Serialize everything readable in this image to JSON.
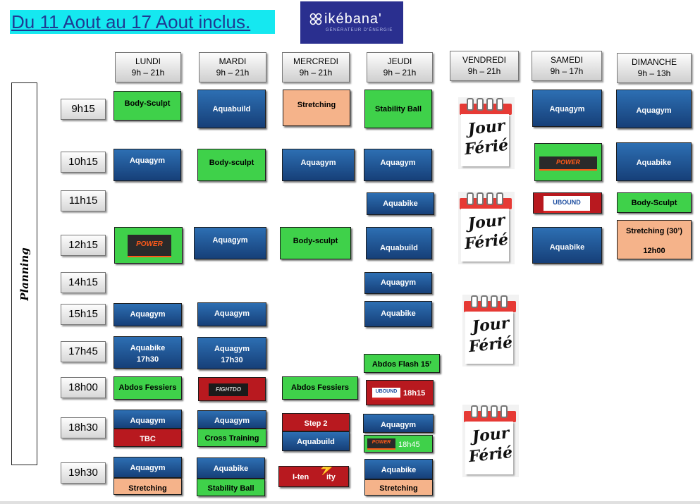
{
  "header": {
    "title": "Du 11 Aout au 17 Aout inclus."
  },
  "logo": {
    "text": "ikébana'",
    "subtitle": "GÉNÉRATEUR D'ÉNERGIE"
  },
  "sidebar": {
    "label": "Planning"
  },
  "days": [
    {
      "name": "LUNDI",
      "hours": "9h – 21h"
    },
    {
      "name": "MARDI",
      "hours": "9h – 21h"
    },
    {
      "name": "MERCREDI",
      "hours": "9h – 21h"
    },
    {
      "name": "JEUDI",
      "hours": "9h – 21h"
    },
    {
      "name": "VENDREDI",
      "hours": "9h – 21h"
    },
    {
      "name": "SAMEDI",
      "hours": "9h – 17h"
    },
    {
      "name": "DIMANCHE",
      "hours": "9h – 13h"
    }
  ],
  "times": [
    "9h15",
    "10h15",
    "11h15",
    "12h15",
    "14h15",
    "15h15",
    "17h45",
    "18h00",
    "18h30",
    "19h30"
  ],
  "holiday": {
    "line1": "Jour",
    "line2": "Férié"
  },
  "badges": {
    "power": "POWER",
    "fight": "FIGHTDO",
    "ubound": "UBOUND"
  },
  "classes": {
    "lun_0915": "Body-Sculpt",
    "mar_0915": "Aquabuild",
    "mer_0915": "Stretching",
    "jeu_0915": "Stability Ball",
    "sam_0915": "Aquagym",
    "dim_0915": "Aquagym",
    "lun_1015": "Aquagym",
    "mar_1015": "Body-sculpt",
    "mer_1015": "Aquagym",
    "jeu_1015": "Aquagym",
    "dim_1015": "Aquabike",
    "jeu_1115": "Aquabike",
    "dim_1115": "Body-Sculpt",
    "mar_1215": "Aquagym",
    "mer_1215": "Body-sculpt",
    "jeu_1215": "Aquabuild",
    "sam_1215": "Aquabike",
    "dim_1215_a": "Stretching (30’)",
    "dim_1215_b": "12h00",
    "jeu_1415": "Aquagym",
    "lun_1515": "Aquagym",
    "mar_1515": "Aquagym",
    "jeu_1515": "Aquabike",
    "lun_1745_a": "Aquabike",
    "lun_1745_b": "17h30",
    "mar_1745_a": "Aquagym",
    "mar_1745_b": "17h30",
    "jeu_1745": "Abdos Flash 15’",
    "lun_1800": "Abdos Fessiers",
    "mer_1800": "Abdos Fessiers",
    "jeu_1800": "18h15",
    "lun_1830_a": "Aquagym",
    "lun_1830_b": "TBC",
    "mar_1830_a": "Aquagym",
    "mar_1830_b": "Cross Training",
    "mer_1830_a": "Step 2",
    "mer_1830_b": "Aquabuild",
    "jeu_1830_a": "Aquagym",
    "jeu_1830_b": "18h45",
    "lun_1930_a": "Aquagym",
    "lun_1930_b": "Stretching",
    "mar_1930_a": "Aquabike",
    "mar_1930_b": "Stability Ball",
    "mer_1930_a": "I-ten",
    "mer_1930_b": "ity",
    "jeu_1930_a": "Aquabike",
    "jeu_1930_b": "Stretching"
  },
  "colors": {
    "title_bg": "#15e8f0",
    "title_text": "#1f3a93",
    "blue": "#1f5597",
    "green": "#3fd14a",
    "orange": "#f5b38a",
    "red": "#b8191f",
    "logo_bg": "#2a2f8f"
  }
}
